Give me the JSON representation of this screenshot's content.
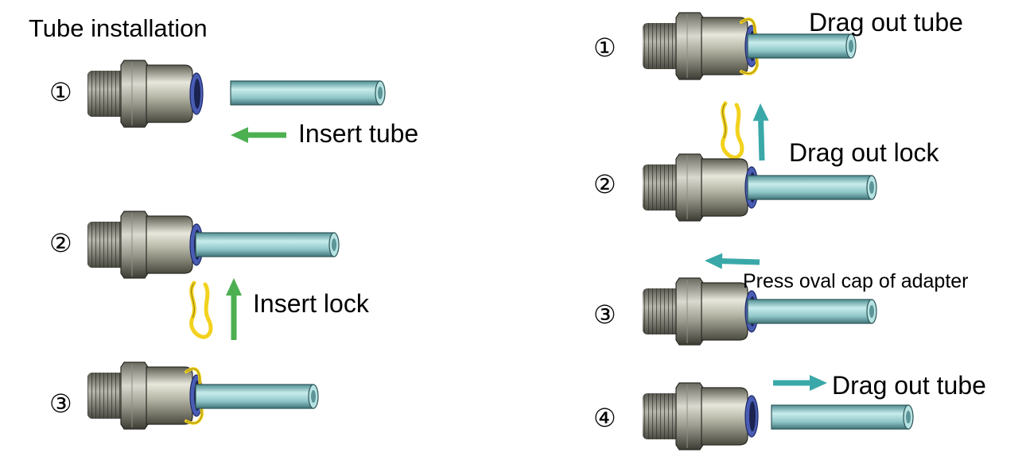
{
  "title": "Tube installation",
  "installation_steps": [
    {
      "number": "①",
      "caption": "Insert tube"
    },
    {
      "number": "②",
      "caption": "Insert lock"
    },
    {
      "number": "③",
      "caption": ""
    }
  ],
  "removal_steps": [
    {
      "number": "①",
      "caption": "Drag out tube"
    },
    {
      "number": "②",
      "caption": "Drag out lock"
    },
    {
      "number": "③",
      "caption": "Press oval cap of adapter"
    },
    {
      "number": "④",
      "caption": "Drag out tube"
    }
  ],
  "colors": {
    "install_arrow": "#4caf50",
    "removal_arrow": "#3aa8a8",
    "tube": "#8fc6c8",
    "lock_clip": "#f2d21e",
    "o_ring": "#4a5db5"
  }
}
